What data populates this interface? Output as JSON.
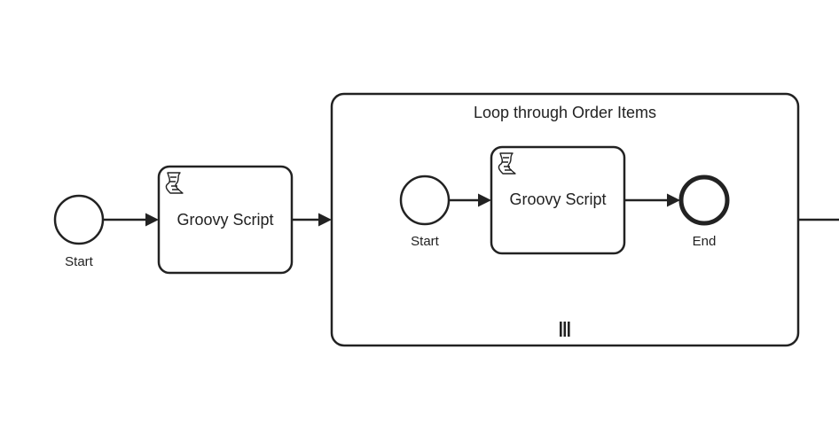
{
  "diagram": {
    "start_event": {
      "label": "Start"
    },
    "script_task": {
      "label": "Groovy Script",
      "icon": "script-icon"
    },
    "subprocess": {
      "label": "Loop through Order Items",
      "marker": "parallel-multi-instance-icon",
      "inner_start_event": {
        "label": "Start"
      },
      "inner_script_task": {
        "label": "Groovy Script",
        "icon": "script-icon"
      },
      "inner_end_event": {
        "label": "End"
      }
    }
  }
}
